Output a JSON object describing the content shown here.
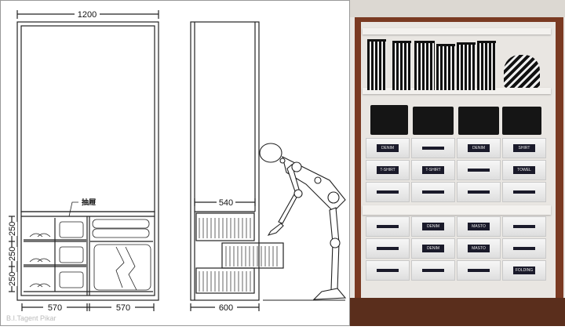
{
  "diagram": {
    "front_view": {
      "width_label": "1200",
      "drawer_label": "抽屜",
      "drawer_heights": [
        "250",
        "250",
        "250"
      ],
      "bottom_widths": [
        "570",
        "570"
      ]
    },
    "side_view": {
      "inner_depth_label": "540",
      "depth_label": "600"
    },
    "watermark": "B.I.Tagent Pikar"
  },
  "photo": {
    "drawer_labels": [
      "DENIM",
      "",
      "DENIM",
      "SHIRT",
      "T-SHIRT",
      "T-SHIRT",
      "",
      "TOWEL",
      "",
      "",
      "",
      "",
      "",
      "DENIM",
      "MASTO",
      "",
      "",
      "DENIM",
      "MASTO",
      "",
      "",
      "",
      "",
      "FOLDING"
    ],
    "colors": {
      "frame": "#7a3a22",
      "wall": "#e9e6e2",
      "bins": "#151515"
    }
  }
}
